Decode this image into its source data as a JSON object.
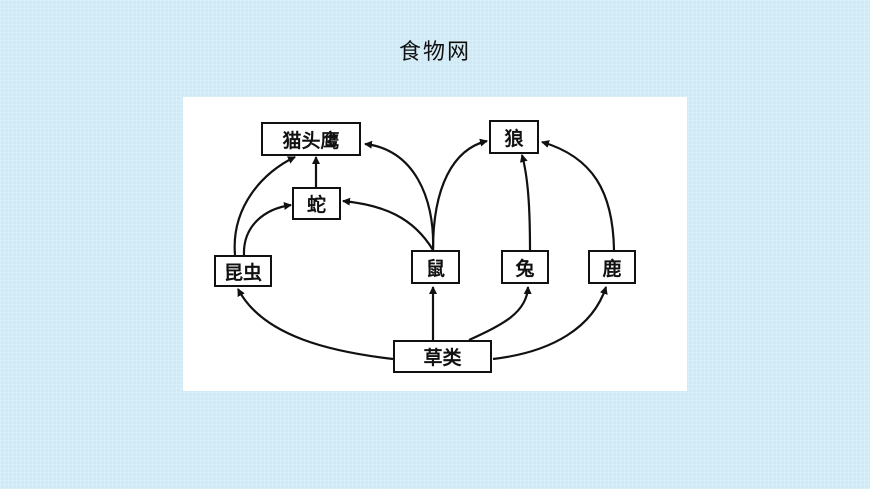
{
  "title": "食物网",
  "nodes": {
    "owl": "猫头鹰",
    "wolf": "狼",
    "snake": "蛇",
    "insect": "昆虫",
    "mouse": "鼠",
    "rabbit": "兔",
    "deer": "鹿",
    "grass": "草类"
  },
  "edges": [
    {
      "from": "草类",
      "to": "昆虫"
    },
    {
      "from": "草类",
      "to": "鼠"
    },
    {
      "from": "草类",
      "to": "兔"
    },
    {
      "from": "草类",
      "to": "鹿"
    },
    {
      "from": "昆虫",
      "to": "猫头鹰"
    },
    {
      "from": "昆虫",
      "to": "蛇"
    },
    {
      "from": "蛇",
      "to": "猫头鹰"
    },
    {
      "from": "鼠",
      "to": "蛇"
    },
    {
      "from": "鼠",
      "to": "猫头鹰"
    },
    {
      "from": "鼠",
      "to": "狼"
    },
    {
      "from": "兔",
      "to": "狼"
    },
    {
      "from": "鹿",
      "to": "狼"
    }
  ]
}
